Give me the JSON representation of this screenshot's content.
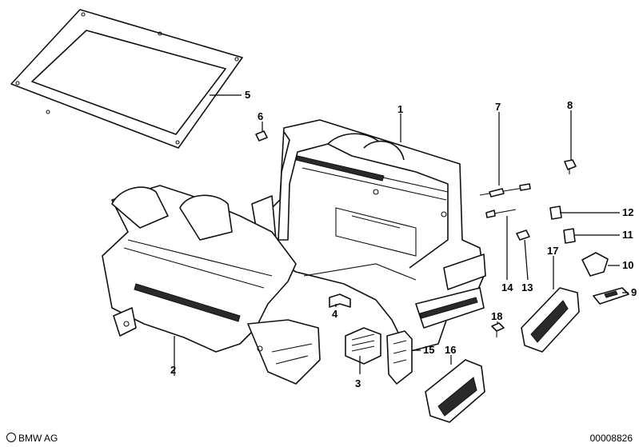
{
  "labels": {
    "p1": "1",
    "p2": "2",
    "p3": "3",
    "p4": "4",
    "p5": "5",
    "p6": "6",
    "p7": "7",
    "p8": "8",
    "p9": "9",
    "p10": "10",
    "p11": "11",
    "p12": "12",
    "p13": "13",
    "p14": "14",
    "p15": "15",
    "p16": "16",
    "p17": "17",
    "p18": "18"
  },
  "footer": {
    "brand": "BMW AG",
    "code": "00008826"
  }
}
